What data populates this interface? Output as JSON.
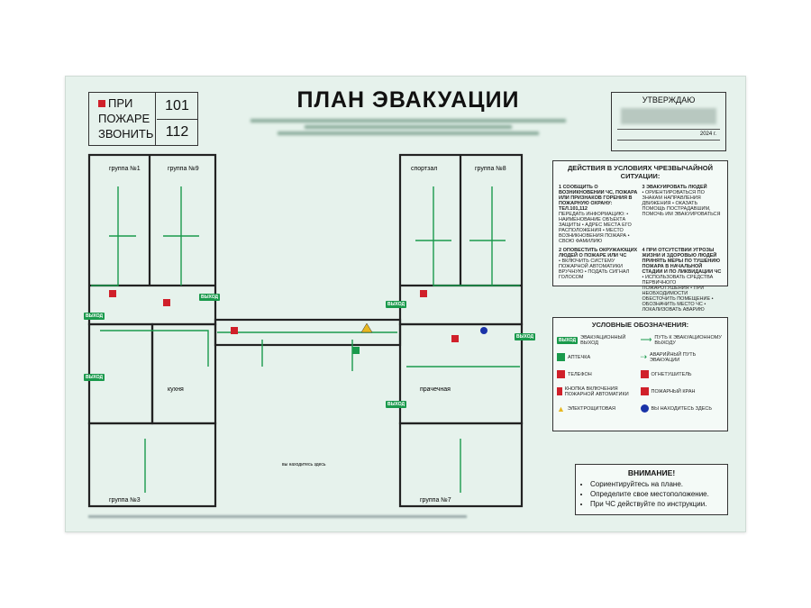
{
  "call_box": {
    "line1": "ПРИ",
    "line2": "ПОЖАРЕ",
    "line3": "ЗВОНИТЬ",
    "number1": "101",
    "number2": "112"
  },
  "title": "ПЛАН ЭВАКУАЦИИ",
  "approve": {
    "title": "УТВЕРЖДАЮ",
    "year": "2024 г."
  },
  "actions": {
    "title": "ДЕЙСТВИЯ В УСЛОВИЯХ ЧРЕЗВЫЧАЙНОЙ СИТУАЦИИ:",
    "steps": [
      {
        "n": "1",
        "text": "СООБЩИТЬ О ВОЗНИКНОВЕНИИ ЧС, ПОЖАРА ИЛИ ПРИЗНАКОВ ГОРЕНИЯ В ПОЖАРНУЮ ОХРАНУ: ТЕЛ.101,112",
        "sub": "ПЕРЕДАТЬ ИНФОРМАЦИЮ: • НАИМЕНОВАНИЕ ОБЪЕКТА ЗАЩИТЫ • АДРЕС МЕСТА ЕГО РАСПОЛОЖЕНИЯ • МЕСТО ВОЗНИКНОВЕНИЯ ПОЖАРА • СВОЮ ФАМИЛИЮ"
      },
      {
        "n": "2",
        "text": "ОПОВЕСТИТЬ ОКРУЖАЮЩИХ ЛЮДЕЙ О ПОЖАРЕ ИЛИ ЧС",
        "sub": "• ВКЛЮЧИТЬ СИСТЕМУ ПОЖАРНОЙ АВТОМАТИКИ ВРУЧНУЮ • ПОДАТЬ СИГНАЛ ГОЛОСОМ"
      },
      {
        "n": "3",
        "text": "ЭВАКУИРОВАТЬ ЛЮДЕЙ",
        "sub": "• ОРИЕНТИРОВАТЬСЯ ПО ЗНАКАМ НАПРАВЛЕНИЯ ДВИЖЕНИЯ • ОКАЗАТЬ ПОМОЩЬ ПОСТРАДАВШИМ, ПОМОЧЬ ИМ ЭВАКУИРОВАТЬСЯ"
      },
      {
        "n": "4",
        "text": "ПРИ ОТСУТСТВИИ УГРОЗЫ ЖИЗНИ И ЗДОРОВЬЮ ЛЮДЕЙ ПРИНЯТЬ МЕРЫ ПО ТУШЕНИЮ ПОЖАРА В НАЧАЛЬНОЙ СТАДИИ И ПО ЛИКВИДАЦИИ ЧС",
        "sub": "• ИСПОЛЬЗОВАТЬ СРЕДСТВА ПЕРВИЧНОГО ПОЖАРОТУШЕНИЯ • ПРИ НЕОБХОДИМОСТИ ОБЕСТОЧИТЬ ПОМЕЩЕНИЕ • ОБОЗНАЧИТЬ МЕСТО ЧС • ЛОКАЛИЗОВАТЬ АВАРИЮ"
      }
    ]
  },
  "legend": {
    "title": "УСЛОВНЫЕ ОБОЗНАЧЕНИЯ:",
    "items": [
      {
        "icon": "exit-sign-icon",
        "text": "ЭВАКУАЦИОННЫЙ ВЫХОД"
      },
      {
        "icon": "arrow-icon",
        "text": "ПУТЬ К ЭВАКУАЦИОННОМУ ВЫХОДУ"
      },
      {
        "icon": "first-aid-icon",
        "text": "АПТЕЧКА"
      },
      {
        "icon": "dashed-arrow-icon",
        "text": "АВАРИЙНЫЙ ПУТЬ ЭВАКУАЦИИ"
      },
      {
        "icon": "phone-icon",
        "text": "ТЕЛЕФОН"
      },
      {
        "icon": "extinguisher-icon",
        "text": "ОГНЕТУШИТЕЛЬ"
      },
      {
        "icon": "alarm-button-icon",
        "text": "КНОПКА ВКЛЮЧЕНИЯ ПОЖАРНОЙ АВТОМАТИКИ"
      },
      {
        "icon": "hydrant-icon",
        "text": "ПОЖАРНЫЙ КРАН"
      },
      {
        "icon": "electric-hazard-icon",
        "text": "ЭЛЕКТРОЩИТОВАЯ"
      },
      {
        "icon": "you-are-here-icon",
        "text": "ВЫ НАХОДИТЕСЬ ЗДЕСЬ"
      }
    ]
  },
  "attention": {
    "title": "ВНИМАНИЕ!",
    "items": [
      "Сориентируйтесь на плане.",
      "Определите свое местоположение.",
      "При ЧС действуйте по инструкции."
    ]
  },
  "rooms": {
    "g1": "группа №1",
    "g9": "группа №9",
    "g8": "группа №8",
    "sport": "спортзал",
    "kitchen": "кухня",
    "laundry": "прачечная",
    "g3": "группа №3",
    "g7": "группа №7",
    "here": "вы находитесь здесь"
  },
  "exit_label": "ВЫХОД",
  "colors": {
    "route": "#1a9a4c",
    "wall": "#222222",
    "red": "#d0202a",
    "here": "#1a33a8"
  }
}
